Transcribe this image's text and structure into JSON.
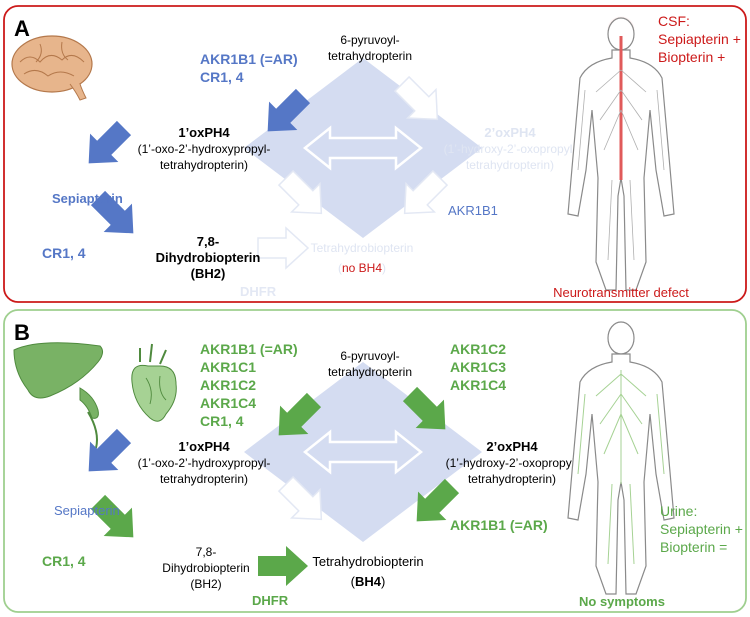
{
  "panel_a": {
    "letter": "A",
    "enzymes_left": [
      "AKR1B1 (=AR)",
      "CR1, 4"
    ],
    "precursor": [
      "6-pyruvoyl-",
      "tetrahydropterin"
    ],
    "left_intermediate": {
      "name": "1’oxPH4",
      "desc": [
        "(1’-oxo-2’-hydroxypropyl-",
        "tetrahydropterin)"
      ]
    },
    "right_intermediate": {
      "name": "2’oxPH4",
      "desc": [
        "(1’-hydroxy-2’-oxopropyl-",
        "tetrahydropterin)"
      ]
    },
    "sepiapterin": "Sepiapterin",
    "cr_label": "CR1, 4",
    "bh2": [
      "7,8-",
      "Dihydrobiopterin",
      "(BH2)"
    ],
    "bh4": "Tetrahydrobiopterin",
    "no_bh4_open": "(",
    "no_bh4": "no BH4",
    "no_bh4_close": ")",
    "akr1b1": "AKR1B1",
    "dhfr": "DHFR",
    "csf": [
      "CSF:",
      "Sepiapterin +",
      "Biopterin +"
    ],
    "outcome": "Neurotransmitter defect"
  },
  "panel_b": {
    "letter": "B",
    "enzymes_left": [
      "AKR1B1 (=AR)",
      "AKR1C1",
      "AKR1C2",
      "AKR1C4",
      "CR1, 4"
    ],
    "enzymes_right": [
      "AKR1C2",
      "AKR1C3",
      "AKR1C4"
    ],
    "precursor": [
      "6-pyruvoyl-",
      "tetrahydropterin"
    ],
    "left_intermediate": {
      "name": "1’oxPH4",
      "desc": [
        "(1’-oxo-2’-hydroxypropyl-",
        "tetrahydropterin)"
      ]
    },
    "right_intermediate": {
      "name": "2’oxPH4",
      "desc": [
        "(1’-hydroxy-2’-oxopropyl-",
        "tetrahydropterin)"
      ]
    },
    "sepiapterin": "Sepiapterin",
    "cr_label": "CR1, 4",
    "bh2": [
      "7,8-",
      "Dihydrobiopterin",
      "(BH2)"
    ],
    "bh4": "Tetrahydrobiopterin",
    "bh4_abbr_open": "(",
    "bh4_abbr": "BH4",
    "bh4_abbr_close": ")",
    "akr1b1": "AKR1B1 (=AR)",
    "dhfr": "DHFR",
    "urine": [
      "Urine:",
      "Sepiapterin +",
      "Biopterin ="
    ],
    "outcome": "No symptoms"
  },
  "colors": {
    "red": "#cc1a1a",
    "blue": "#5577c6",
    "green": "#5ba84a",
    "faint": "#e3e8f4",
    "diamond": "#d4dcf1"
  },
  "icons": [
    "brain-icon",
    "liver-icon",
    "heart-icon",
    "human-body-icon"
  ]
}
